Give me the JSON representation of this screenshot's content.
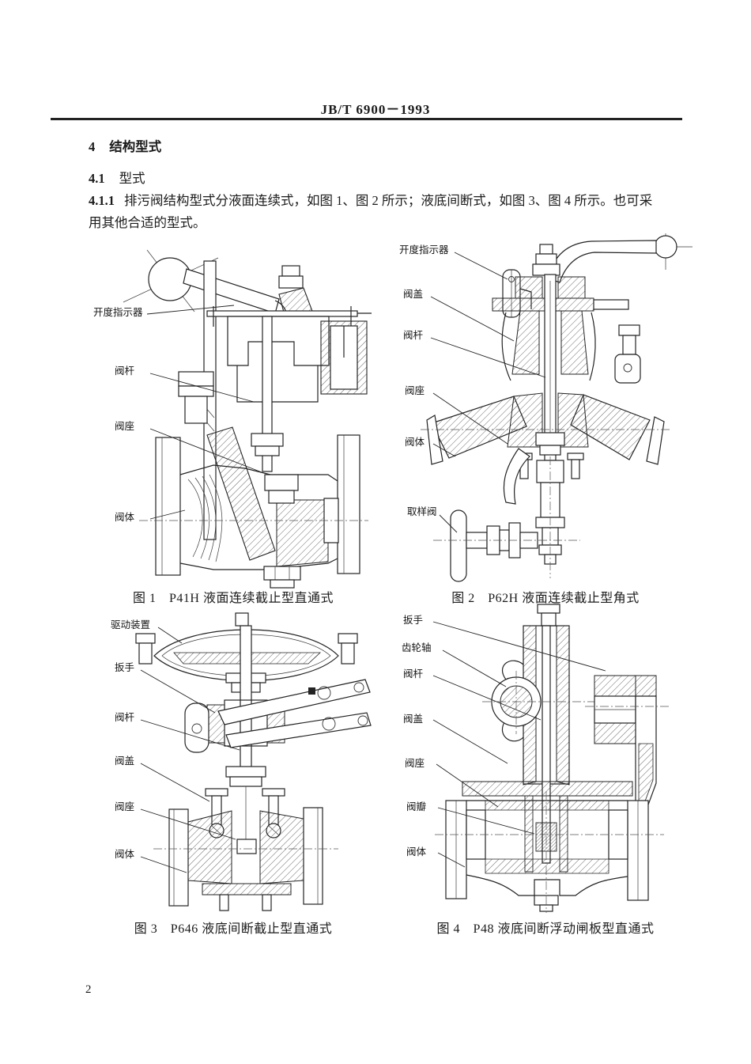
{
  "header": {
    "title": "JB/T 6900－1993"
  },
  "sections": {
    "s4": {
      "number": "4",
      "title": "结构型式"
    },
    "s41": {
      "number": "4.1",
      "title": "型式"
    },
    "s411": {
      "number": "4.1.1",
      "line1": "排污阀结构型式分液面连续式，如图 1、图 2 所示；液底间断式，如图 3、图 4 所示。也可采",
      "line2": "用其他合适的型式。"
    }
  },
  "figures": [
    {
      "caption": "图 1　P41H 液面连续截止型直通式",
      "labels": [
        "开度指示器",
        "阀杆",
        "阀座",
        "阀体"
      ]
    },
    {
      "caption": "图 2　P62H 液面连续截止型角式",
      "labels": [
        "开度指示器",
        "阀盖",
        "阀杆",
        "阀座",
        "阀体",
        "取样阀"
      ]
    },
    {
      "caption": "图 3　P646 液底间断截止型直通式",
      "labels": [
        "驱动装置",
        "扳手",
        "阀杆",
        "阀盖",
        "阀座",
        "阀体"
      ]
    },
    {
      "caption": "图 4　P48 液底间断浮动闸板型直通式",
      "labels": [
        "扳手",
        "齿轮轴",
        "阀杆",
        "阀盖",
        "阀座",
        "阀瓣",
        "阀体"
      ]
    }
  ],
  "page": {
    "number": "2"
  }
}
